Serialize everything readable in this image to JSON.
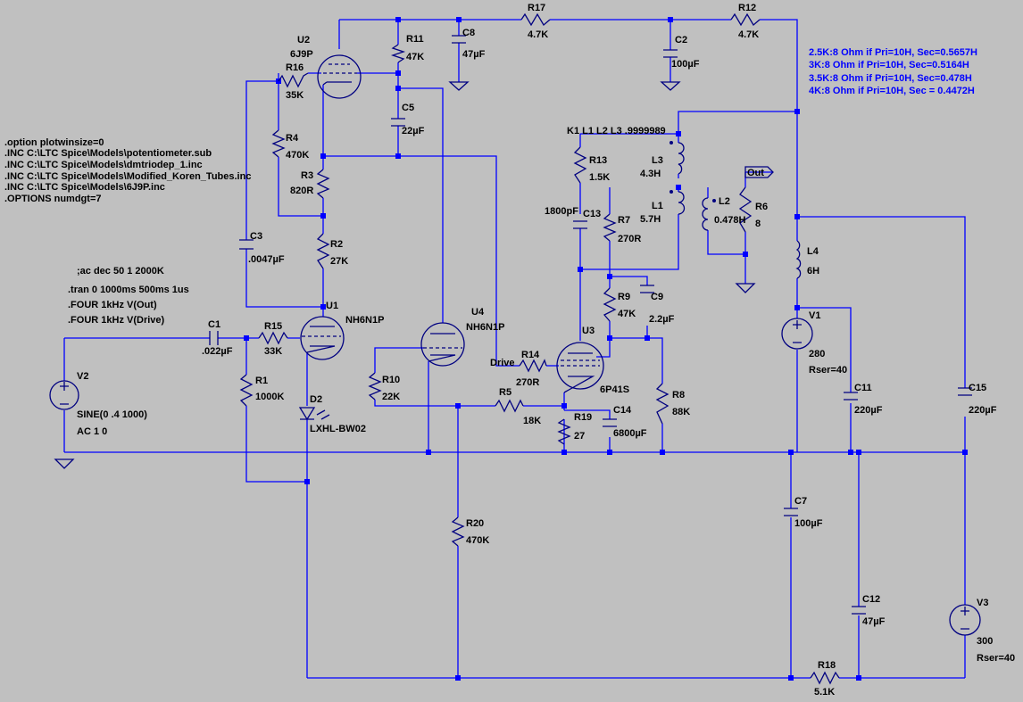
{
  "directives": {
    "plotwinsize": ".option plotwinsize=0",
    "inc1": ".INC C:\\LTC Spice\\Models\\potentiometer.sub",
    "inc2": ".INC C:\\LTC Spice\\Models\\dmtriodep_1.inc",
    "inc3": ".INC C:\\LTC Spice\\Models\\Modified_Koren_Tubes.inc",
    "inc4": ".INC C:\\LTC Spice\\Models\\6J9P.inc",
    "numdgt": ".OPTIONS numdgt=7",
    "ac": ";ac dec 50 1 2000K",
    "tran": ".tran 0 1000ms 500ms 1us",
    "four_out": ".FOUR 1kHz V(Out)",
    "four_drive": ".FOUR 1kHz V(Drive)",
    "coupling": "K1 L1 L2  L3 .9999989"
  },
  "notes": {
    "n1": "2.5K:8 Ohm if Pri=10H, Sec=0.5657H",
    "n2": "3K:8 Ohm if Pri=10H, Sec=0.5164H",
    "n3": "3.5K:8 Ohm if Pri=10H, Sec=0.478H",
    "n4": "4K:8 Ohm if Pri=10H, Sec = 0.4472H"
  },
  "nets": {
    "drive": "Drive",
    "out": "Out"
  },
  "parts": {
    "R17": {
      "ref": "R17",
      "val": "4.7K"
    },
    "R12": {
      "ref": "R12",
      "val": "4.7K"
    },
    "R11": {
      "ref": "R11",
      "val": "47K"
    },
    "C8": {
      "ref": "C8",
      "val": "47µF"
    },
    "C2": {
      "ref": "C2",
      "val": "100µF"
    },
    "U2": {
      "ref": "U2",
      "val": "6J9P"
    },
    "R16": {
      "ref": "R16",
      "val": "35K"
    },
    "C5": {
      "ref": "C5",
      "val": "22µF"
    },
    "R4": {
      "ref": "R4",
      "val": "470K"
    },
    "R3": {
      "ref": "R3",
      "val": "820R"
    },
    "R2": {
      "ref": "R2",
      "val": "27K"
    },
    "C3": {
      "ref": "C3",
      "val": ".0047µF"
    },
    "U1": {
      "ref": "U1",
      "val": "NH6N1P"
    },
    "U4": {
      "ref": "U4",
      "val": "NH6N1P"
    },
    "C1": {
      "ref": "C1",
      "val": ".022µF"
    },
    "R15": {
      "ref": "R15",
      "val": "33K"
    },
    "R1": {
      "ref": "R1",
      "val": "1000K"
    },
    "D2": {
      "ref": "D2",
      "val": "LXHL-BW02"
    },
    "V2": {
      "ref": "V2",
      "val1": "SINE(0 .4 1000)",
      "val2": "AC 1 0"
    },
    "R10": {
      "ref": "R10",
      "val": "22K"
    },
    "R5": {
      "ref": "R5",
      "val": "18K"
    },
    "R14": {
      "ref": "R14",
      "val": "270R"
    },
    "U3": {
      "ref": "U3",
      "val": "6P41S"
    },
    "R19": {
      "ref": "R19",
      "val": "27"
    },
    "C14": {
      "ref": "C14",
      "val": "6800µF"
    },
    "R8": {
      "ref": "R8",
      "val": "88K"
    },
    "R9": {
      "ref": "R9",
      "val": "47K"
    },
    "C9": {
      "ref": "C9",
      "val": "2.2µF"
    },
    "R13": {
      "ref": "R13",
      "val": "1.5K"
    },
    "C13": {
      "ref": "C13",
      "val": "1800pF"
    },
    "R7": {
      "ref": "R7",
      "val": "270R"
    },
    "L3": {
      "ref": "L3",
      "val": "4.3H"
    },
    "L1": {
      "ref": "L1",
      "val": "5.7H"
    },
    "L2": {
      "ref": "L2",
      "val": "0.478H"
    },
    "R6": {
      "ref": "R6",
      "val": "8"
    },
    "L4": {
      "ref": "L4",
      "val": "6H"
    },
    "V1": {
      "ref": "V1",
      "val": "280",
      "rser": "Rser=40"
    },
    "C11": {
      "ref": "C11",
      "val": "220µF"
    },
    "C15": {
      "ref": "C15",
      "val": "220µF"
    },
    "C7": {
      "ref": "C7",
      "val": "100µF"
    },
    "C12": {
      "ref": "C12",
      "val": "47µF"
    },
    "V3": {
      "ref": "V3",
      "val": "300",
      "rser": "Rser=40"
    },
    "R18": {
      "ref": "R18",
      "val": "5.1K"
    },
    "R20": {
      "ref": "R20",
      "val": "470K"
    }
  }
}
